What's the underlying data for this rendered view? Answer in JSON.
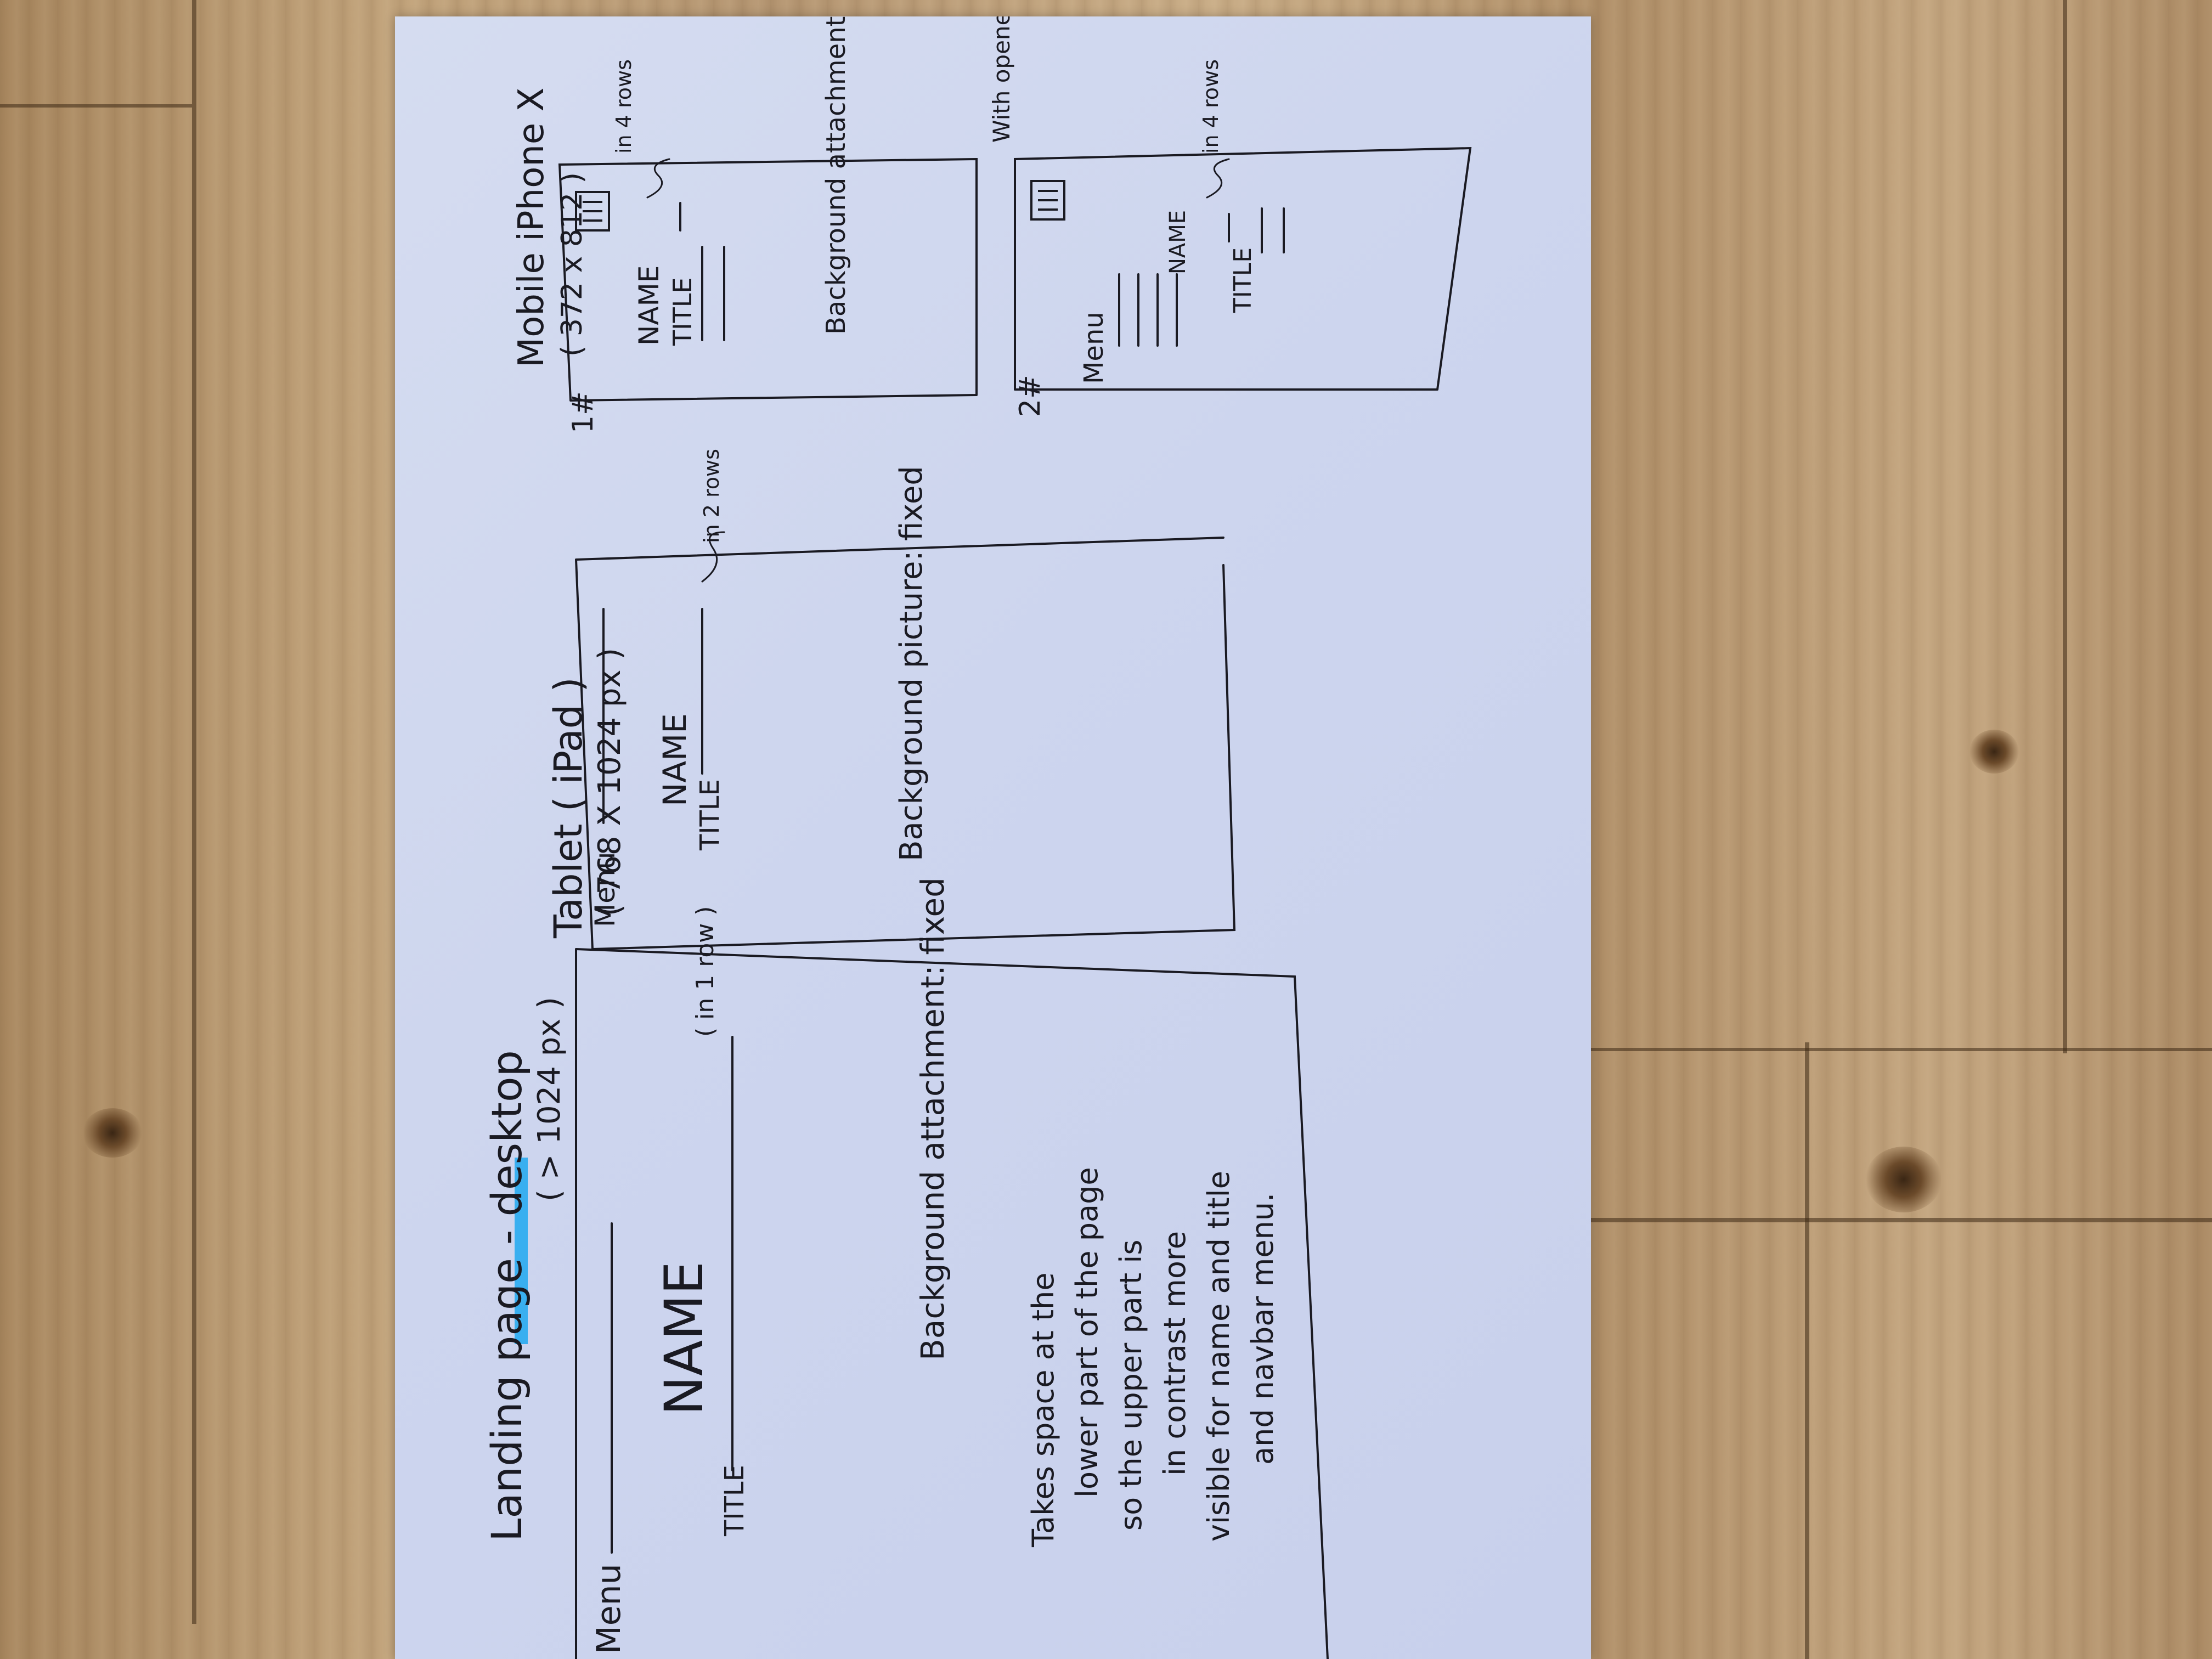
{
  "scene": {
    "surface": "wooden table",
    "medium": "hand-drawn sketch on paper",
    "ink_color": "#1a1a22",
    "paper_color": "#cdd5ee",
    "highlighter_color": "#1fa8f0"
  },
  "desktop": {
    "heading": "Landing page - desktop",
    "size": "( > 1024 px )",
    "menu": "Menu",
    "name": "NAME",
    "title": "TITLE",
    "rows_note": "( in 1 row )",
    "background_note": "Background attachment: fixed",
    "description": [
      "Takes space at the",
      "lower part of the page",
      "so the upper part is",
      "in contrast more",
      "visible for name and title",
      "and navbar menu."
    ]
  },
  "tablet": {
    "heading": "Tablet ( iPad )",
    "size": "( 768 X 1024 px )",
    "menu": "Menu",
    "name": "NAME",
    "title": "TITLE",
    "rows_note": "in 2 rows",
    "background_note": "Background picture: fixed"
  },
  "mobile": {
    "heading": "Mobile iPhone X",
    "size": "( 372 x 812 )",
    "version1": {
      "label": "1#",
      "name": "NAME",
      "title": "TITLE",
      "rows_note": "in 4 rows",
      "background_note": "Background attachment: fixed"
    },
    "version2": {
      "label": "2#",
      "note": "With opened nav-bar",
      "menu": "Menu",
      "name": "NAME",
      "title": "TITLE",
      "rows_note": "in 4 rows"
    }
  }
}
